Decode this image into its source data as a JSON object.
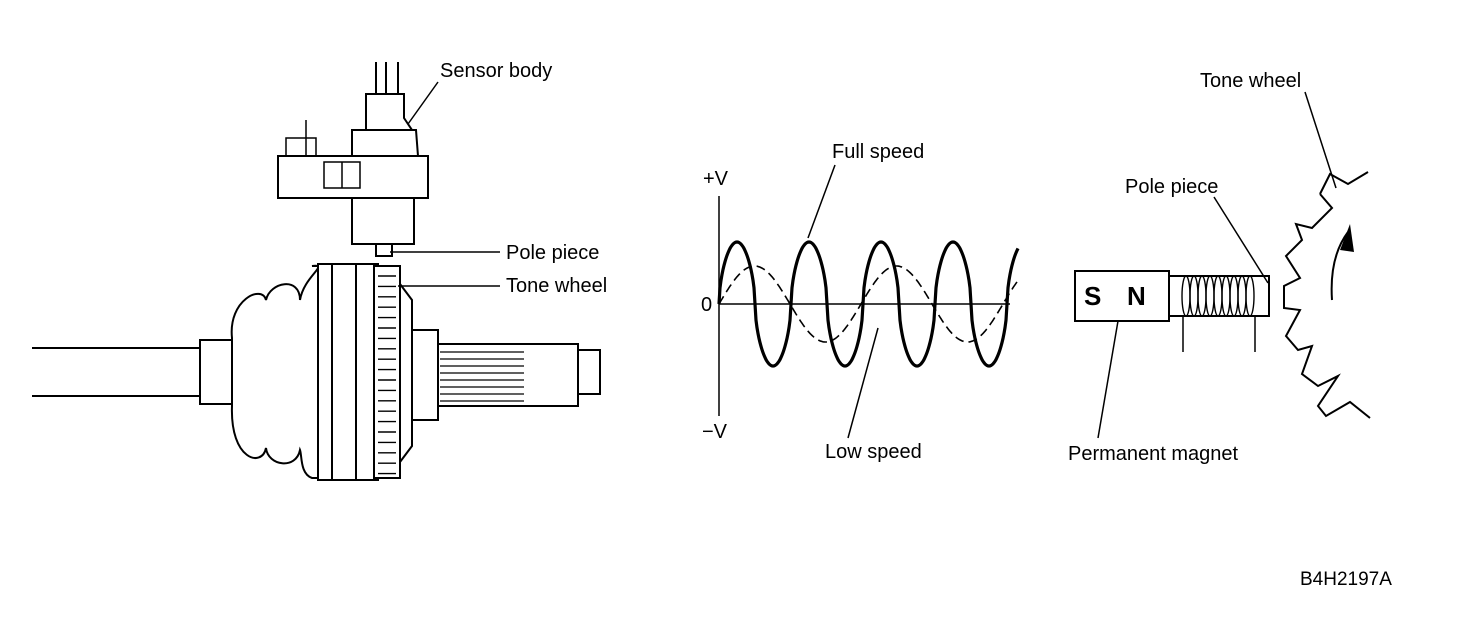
{
  "left_figure": {
    "sensor_body_label": "Sensor body",
    "pole_piece_label": "Pole piece",
    "tone_wheel_label": "Tone wheel"
  },
  "waveform": {
    "plus_v_label": "+V",
    "zero_label": "0",
    "minus_v_label": "−V",
    "full_speed_label": "Full speed",
    "low_speed_label": "Low speed"
  },
  "right_figure": {
    "tone_wheel_label": "Tone wheel",
    "pole_piece_label": "Pole piece",
    "magnet_s": "S",
    "magnet_n": "N",
    "permanent_magnet_label": "Permanent magnet"
  },
  "figure_code": "B4H2197A"
}
